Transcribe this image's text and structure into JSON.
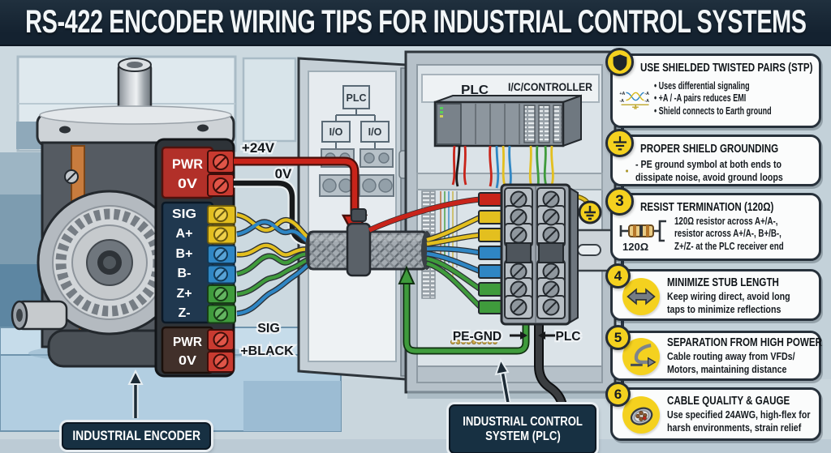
{
  "title": "RS-422 ENCODER WIRING TIPS FOR INDUSTRIAL CONTROL SYSTEMS",
  "colors": {
    "header_bg": "#16232e",
    "tip_badge_yellow": "#f4d11f",
    "wire_red": "#c8241a",
    "wire_black": "#1a1a1a",
    "wire_yellow": "#e3bf1f",
    "wire_blue": "#2f86c4",
    "wire_green": "#3f9b3c",
    "caption_navy": "#173042",
    "panel_bg": "#fbfcfc"
  },
  "encoder": {
    "caption": "INDUSTRIAL ENCODER",
    "power_top": [
      "PWR",
      "0V"
    ],
    "signals": [
      "SIG",
      "A+",
      "B+",
      "B-",
      "Z+",
      "Z-"
    ],
    "power_bottom": [
      "PWR",
      "0V"
    ]
  },
  "wire_labels": {
    "supply": "+24V",
    "ret": "0V",
    "signal": "SIG",
    "black": "+BLACK"
  },
  "cabinet": {
    "door_plc": "PLC",
    "door_io_left": "I/O",
    "door_io_right": "I/O",
    "rack_plc": "PLC",
    "rack_controller": "I/C/CONTROLLER",
    "pe_gnd": "PE-GND",
    "plc_cable": "PLC",
    "caption_line1": "INDUSTRIAL CONTROL",
    "caption_line2": "SYSTEM (PLC)"
  },
  "tips": [
    {
      "icon": "shield",
      "title": "USE SHIELDED TWISTED PAIRS (STP)",
      "diagram": {
        "tl": "+A",
        "tr": "-A",
        "bl": "-A",
        "br": "-A"
      },
      "bullets": [
        "• Uses differential signaling",
        "• +A / -A pairs reduces EMI",
        "• Shield connects to Earth ground"
      ]
    },
    {
      "icon": "ground",
      "title": "PROPER SHIELD GROUNDING",
      "lines": [
        "- PE ground symbol at both ends to",
        "dissipate noise, avoid ground loops"
      ]
    },
    {
      "badge": "3",
      "title": "RESIST TERMINATION (120Ω)",
      "resistor_label": "120Ω",
      "lines": [
        "120Ω resistor across A+/A-,",
        "resistor across A+/A-, B+/B-,",
        "Z+/Z- at the PLC receiver end"
      ]
    },
    {
      "badge": "4",
      "title": "MINIMIZE STUB LENGTH",
      "lines": [
        "Keep wiring direct, avoid long",
        "taps to minimize reflections"
      ]
    },
    {
      "badge": "5",
      "title": "SEPARATION FROM HIGH POWER",
      "lines": [
        "Cable routing away from VFDs/",
        "Motors, maintaining distance"
      ]
    },
    {
      "badge": "6",
      "title": "CABLE QUALITY & GAUGE",
      "lines": [
        "Use specified 24AWG, high-flex for",
        "harsh environments, strain relief"
      ]
    }
  ]
}
